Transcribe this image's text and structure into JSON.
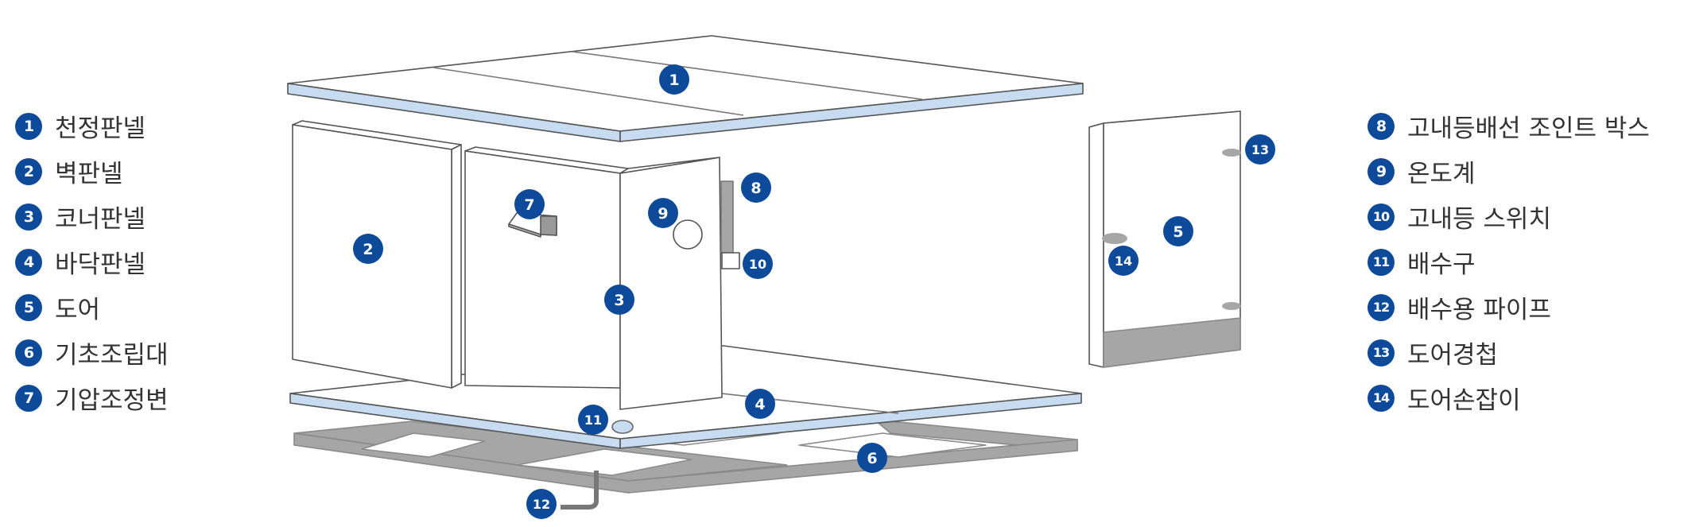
{
  "colors": {
    "badge": "#0d4a9a",
    "panel_edge": "#c7dcf0",
    "base_frame": "#a6a6a6",
    "line": "#555555"
  },
  "legend_left": [
    {
      "num": "1",
      "label": "천정판넬"
    },
    {
      "num": "2",
      "label": "벽판넬"
    },
    {
      "num": "3",
      "label": "코너판넬"
    },
    {
      "num": "4",
      "label": "바닥판넬"
    },
    {
      "num": "5",
      "label": "도어"
    },
    {
      "num": "6",
      "label": "기초조립대"
    },
    {
      "num": "7",
      "label": "기압조정변"
    }
  ],
  "legend_right": [
    {
      "num": "8",
      "label": "고내등배선 조인트 박스"
    },
    {
      "num": "9",
      "label": "온도계"
    },
    {
      "num": "10",
      "label": "고내등 스위치"
    },
    {
      "num": "11",
      "label": "배수구"
    },
    {
      "num": "12",
      "label": "배수용 파이프"
    },
    {
      "num": "13",
      "label": "도어경첩"
    },
    {
      "num": "14",
      "label": "도어손잡이"
    }
  ],
  "callouts": [
    "1",
    "2",
    "3",
    "4",
    "5",
    "6",
    "7",
    "8",
    "9",
    "10",
    "11",
    "12",
    "13",
    "14"
  ]
}
